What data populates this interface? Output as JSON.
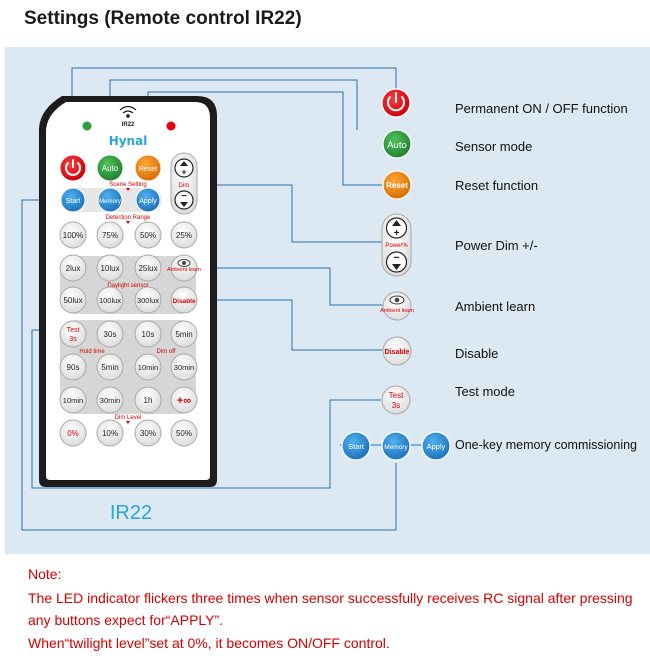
{
  "title": "Settings (Remote control IR22)",
  "remote": {
    "model_small": "IR22",
    "brand": "Hynal",
    "model_label": "IR22",
    "buttons": {
      "auto": "Auto",
      "reset": "Reset",
      "plus": "+",
      "minus": "−",
      "dim": "Dim",
      "start": "Start",
      "memory": "Memory",
      "apply": "Apply",
      "scene_setting": "Scene Setting",
      "detection_range": "Detection Range",
      "range": [
        "100%",
        "75%",
        "50%",
        "25%"
      ],
      "lux_row1": [
        "2lux",
        "10lux",
        "25lux"
      ],
      "lux_row2": [
        "50lux",
        "100lux",
        "300lux"
      ],
      "ambient": "Ambient learn",
      "disable": "Disable",
      "daylight_sensor": "Daylight sensor",
      "test_top": "Test",
      "test_bottom": "3s",
      "hold_time": "Hold time",
      "dim_off": "Dim off",
      "time_row1": [
        "30s",
        "10s",
        "5min"
      ],
      "time_row2": [
        "90s",
        "5min",
        "10min",
        "30min"
      ],
      "time_row3": [
        "10min",
        "30min",
        "1h",
        "+∞"
      ],
      "dim_level": "Dim Level",
      "level": [
        "0%",
        "10%",
        "30%",
        "50%"
      ]
    }
  },
  "callouts": {
    "power_label": "Permanent ON / OFF function",
    "auto_label": "Sensor mode",
    "reset_label": "Reset function",
    "powerdim_label": "Power Dim +/-",
    "powerdim_caption": "Power%",
    "ambient_label": "Ambient learn",
    "disable_label": "Disable",
    "test_label": "Test mode",
    "memory_label": "One-key memory commissioning",
    "auto_btn": "Auto",
    "reset_btn": "Reset",
    "ambient_btn": "Ambient learn",
    "disable_btn": "Disable",
    "test_btn_top": "Test",
    "test_btn_bottom": "3s",
    "start_btn": "Start",
    "memory_btn": "Memory",
    "apply_btn": "Apply",
    "plus": "+",
    "minus": "−"
  },
  "notes": {
    "heading": "Note:",
    "line1": "The LED indicator flickers three times when sensor successfully receives RC signal after pressing",
    "line2": "any buttons expect for“APPLY”.",
    "line3": "When“twilight level”set at 0%, it becomes ON/OFF control."
  },
  "colors": {
    "panel": "#dce9f3",
    "remote_body": "#1c1c1c",
    "remote_face": "#ffffff",
    "button_grey": "#f2f2f2",
    "red": "#e60012",
    "green": "#2e9e3e",
    "orange": "#f08300",
    "blue": "#2a8fd6",
    "brand": "#2aa4dc",
    "note": "#d40000",
    "line": "#2a6fb0"
  }
}
